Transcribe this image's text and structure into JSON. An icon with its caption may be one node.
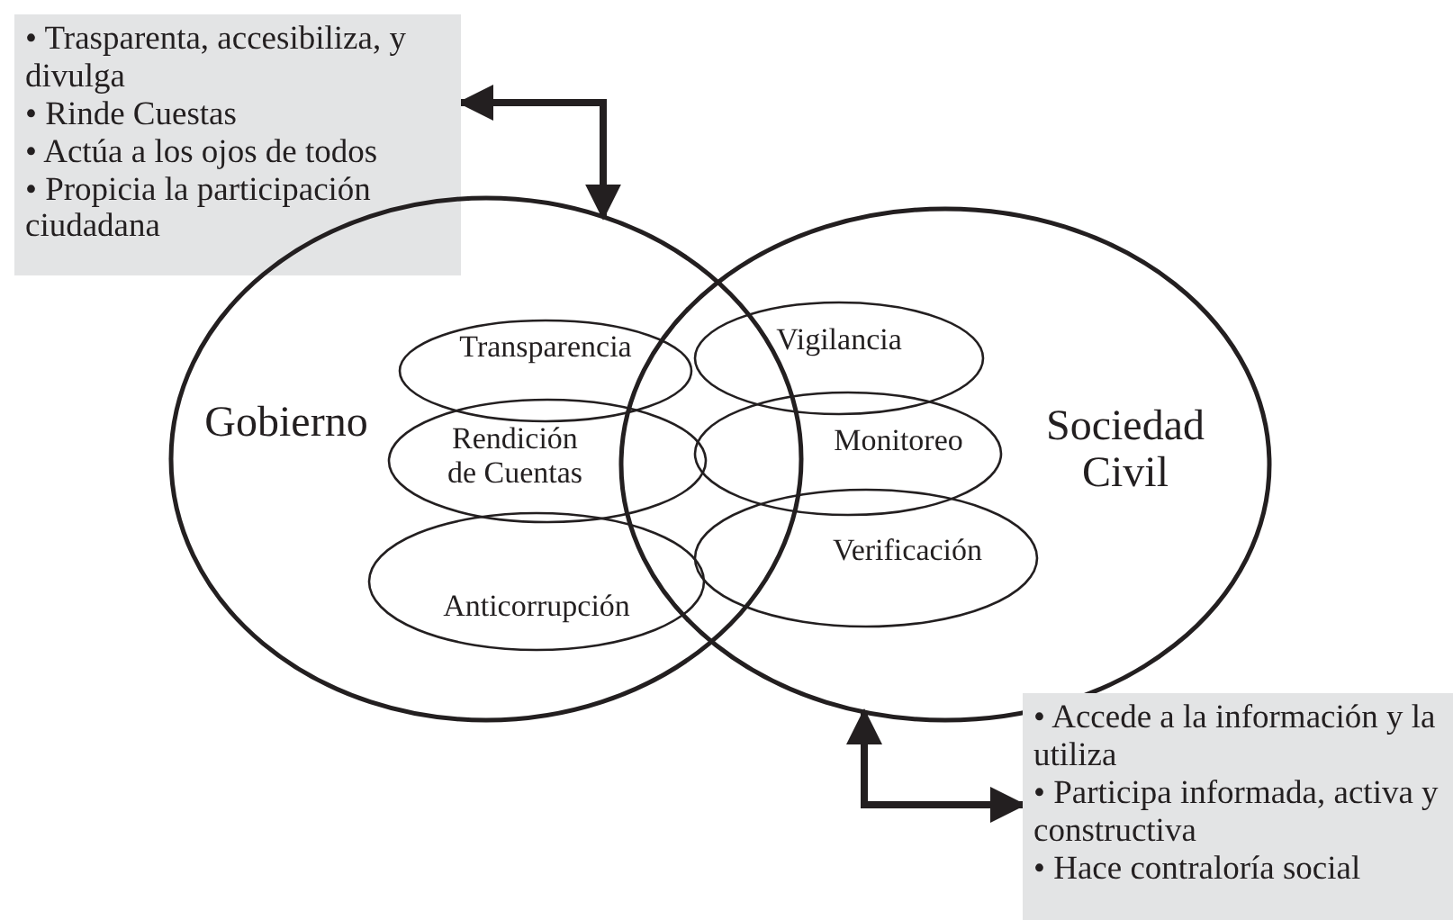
{
  "diagram": {
    "nodes": [
      {
        "text": [
          "• Trasparenta, accesibiliza, y divulga",
          "• Rinde Cuestas",
          "• Actúa a los ojos de todos",
          "• Propicia la participación ciudadana"
        ]
      },
      {
        "text": [
          "Gobierno"
        ]
      },
      {
        "text": [
          "Sociedad Civil"
        ]
      },
      {
        "text": [
          "Transparencia"
        ],
        "in": 1
      },
      {
        "text": [
          "Rendición de Cuentas"
        ],
        "in": 1
      },
      {
        "text": [
          "Anticorrupción"
        ],
        "in": 1
      },
      {
        "text": [
          "Vigilancia"
        ],
        "in": 2
      },
      {
        "text": [
          "Monitoreo"
        ],
        "in": 2
      },
      {
        "text": [
          "Verificación"
        ],
        "in": 2
      },
      {
        "text": [
          "• Accede a la información y la utiliza",
          "• Participa informada, activa y constructiva",
          "• Hace contraloría social"
        ]
      }
    ],
    "edges": [
      {
        "from": 0,
        "to": 1,
        "arrow": "both"
      },
      {
        "from": 9,
        "to": 2,
        "arrow": "both"
      }
    ]
  }
}
